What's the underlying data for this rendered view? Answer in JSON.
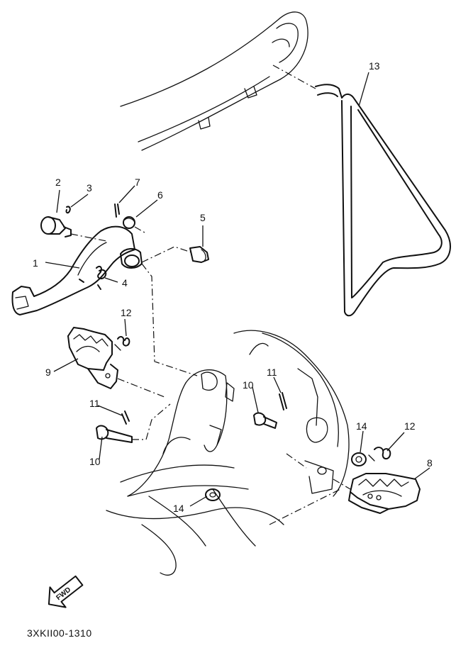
{
  "diagram": {
    "code": "3XKII00-1310",
    "fwd_label": "FWD",
    "callouts": [
      {
        "id": "c1",
        "label": "1"
      },
      {
        "id": "c2",
        "label": "2"
      },
      {
        "id": "c3",
        "label": "3"
      },
      {
        "id": "c4",
        "label": "4"
      },
      {
        "id": "c5",
        "label": "5"
      },
      {
        "id": "c6",
        "label": "6"
      },
      {
        "id": "c7",
        "label": "7"
      },
      {
        "id": "c8",
        "label": "8"
      },
      {
        "id": "c9",
        "label": "9"
      },
      {
        "id": "c10a",
        "label": "10"
      },
      {
        "id": "c10b",
        "label": "10"
      },
      {
        "id": "c11a",
        "label": "11"
      },
      {
        "id": "c11b",
        "label": "11"
      },
      {
        "id": "c12a",
        "label": "12"
      },
      {
        "id": "c12b",
        "label": "12"
      },
      {
        "id": "c13",
        "label": "13"
      },
      {
        "id": "c14a",
        "label": "14"
      },
      {
        "id": "c14b",
        "label": "14"
      }
    ]
  }
}
